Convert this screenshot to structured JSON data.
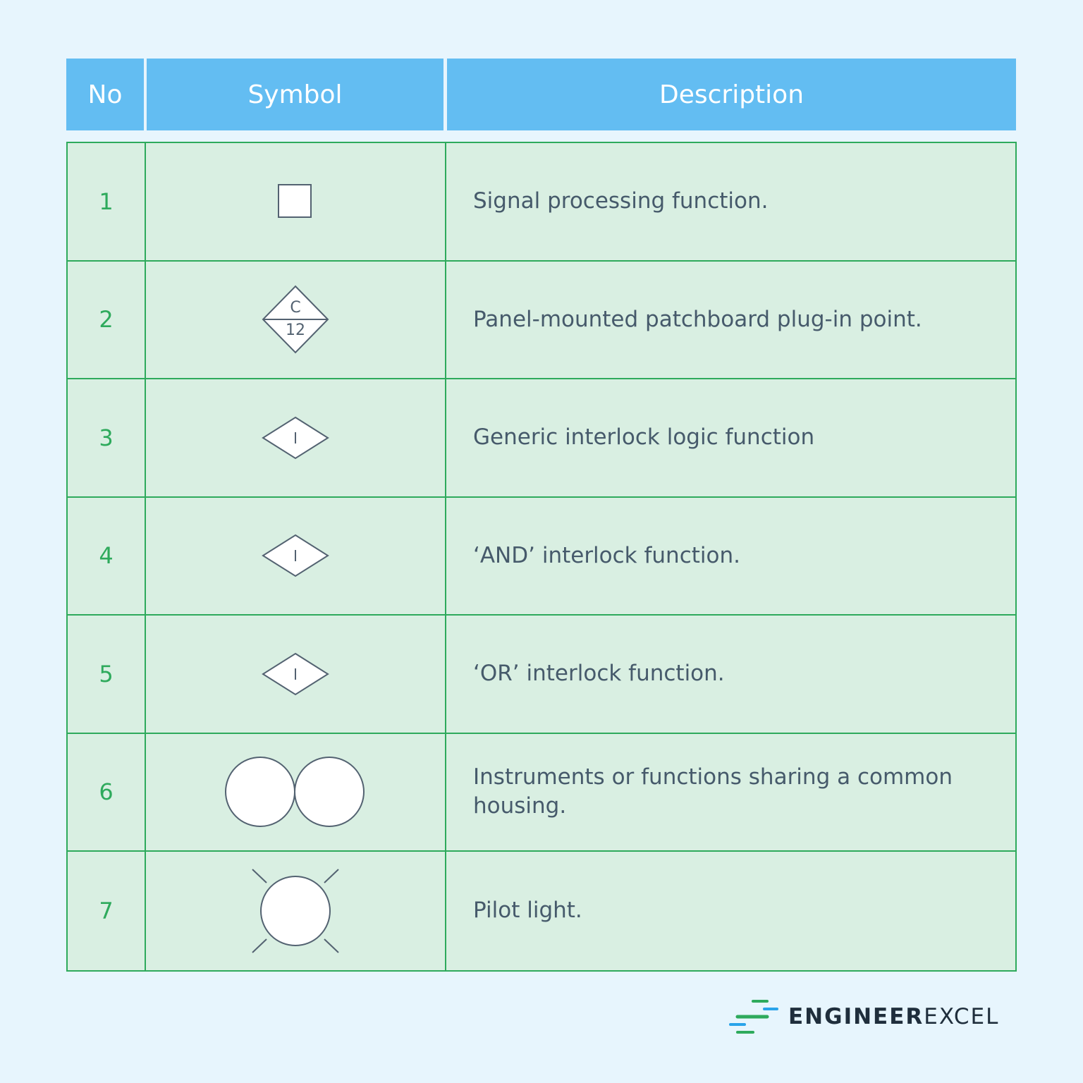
{
  "header": {
    "no": "No",
    "symbol": "Symbol",
    "description": "Description"
  },
  "rows": [
    {
      "no": "1",
      "symbol": "square",
      "symbol_text": [],
      "description": "Signal processing function."
    },
    {
      "no": "2",
      "symbol": "split-diamond",
      "symbol_text": [
        "C",
        "12"
      ],
      "description": "Panel-mounted patchboard plug-in point."
    },
    {
      "no": "3",
      "symbol": "diamond",
      "symbol_text": [
        "I"
      ],
      "description": "Generic interlock logic function"
    },
    {
      "no": "4",
      "symbol": "diamond",
      "symbol_text": [
        "I"
      ],
      "description": "‘AND’ interlock function."
    },
    {
      "no": "5",
      "symbol": "diamond",
      "symbol_text": [
        "I"
      ],
      "description": "‘OR’ interlock function."
    },
    {
      "no": "6",
      "symbol": "double-circle",
      "symbol_text": [],
      "description": "Instruments or functions sharing a common housing."
    },
    {
      "no": "7",
      "symbol": "pilot-light",
      "symbol_text": [],
      "description": "Pilot light."
    }
  ],
  "logo": {
    "bold": "ENGINEER",
    "light": "EXCEL"
  },
  "colors": {
    "background": "#e7f5fd",
    "header": "#63bdf2",
    "grid": "#2eaa5c",
    "cell": "#d9efe2",
    "text": "#465a6b"
  }
}
